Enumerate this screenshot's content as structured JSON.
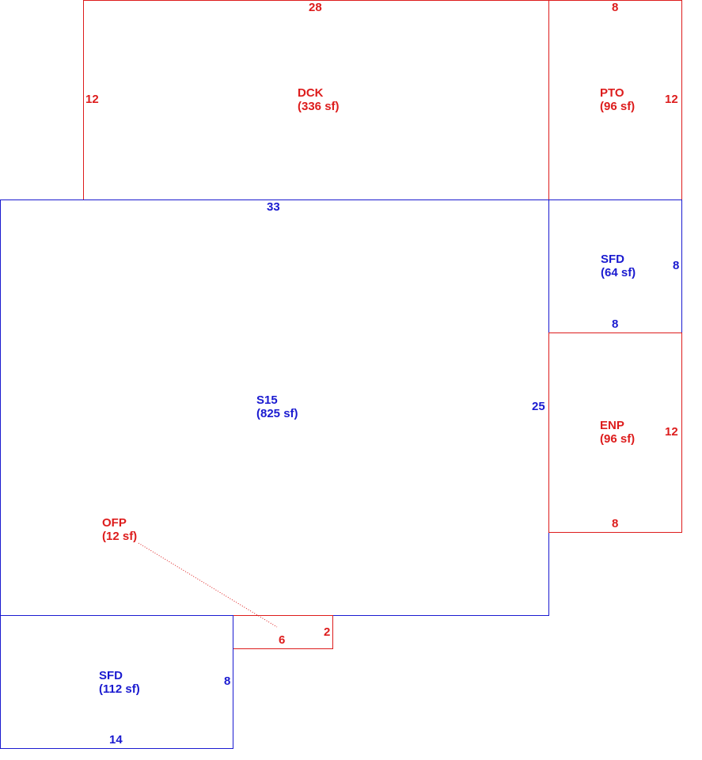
{
  "colors": {
    "red": "#dd1c1c",
    "blue": "#1a1ad0"
  },
  "areas": {
    "dck": {
      "name": "DCK",
      "area": "(336 sf)",
      "dims": {
        "top": "28",
        "left": "12"
      }
    },
    "pto": {
      "name": "PTO",
      "area": "(96 sf)",
      "dims": {
        "top": "8",
        "right": "12"
      }
    },
    "s15": {
      "name": "S15",
      "area": "(825 sf)",
      "dims": {
        "top": "33",
        "right": "25"
      }
    },
    "sfd_right": {
      "name": "SFD",
      "area": "(64 sf)",
      "dims": {
        "right": "8",
        "bottom": "8"
      }
    },
    "enp": {
      "name": "ENP",
      "area": "(96 sf)",
      "dims": {
        "right": "12",
        "bottom": "8"
      }
    },
    "ofp": {
      "name": "OFP",
      "area": "(12 sf)",
      "dims": {
        "bottom": "6",
        "right": "2"
      }
    },
    "sfd_bottom": {
      "name": "SFD",
      "area": "(112 sf)",
      "dims": {
        "right": "8",
        "bottom": "14"
      }
    }
  }
}
